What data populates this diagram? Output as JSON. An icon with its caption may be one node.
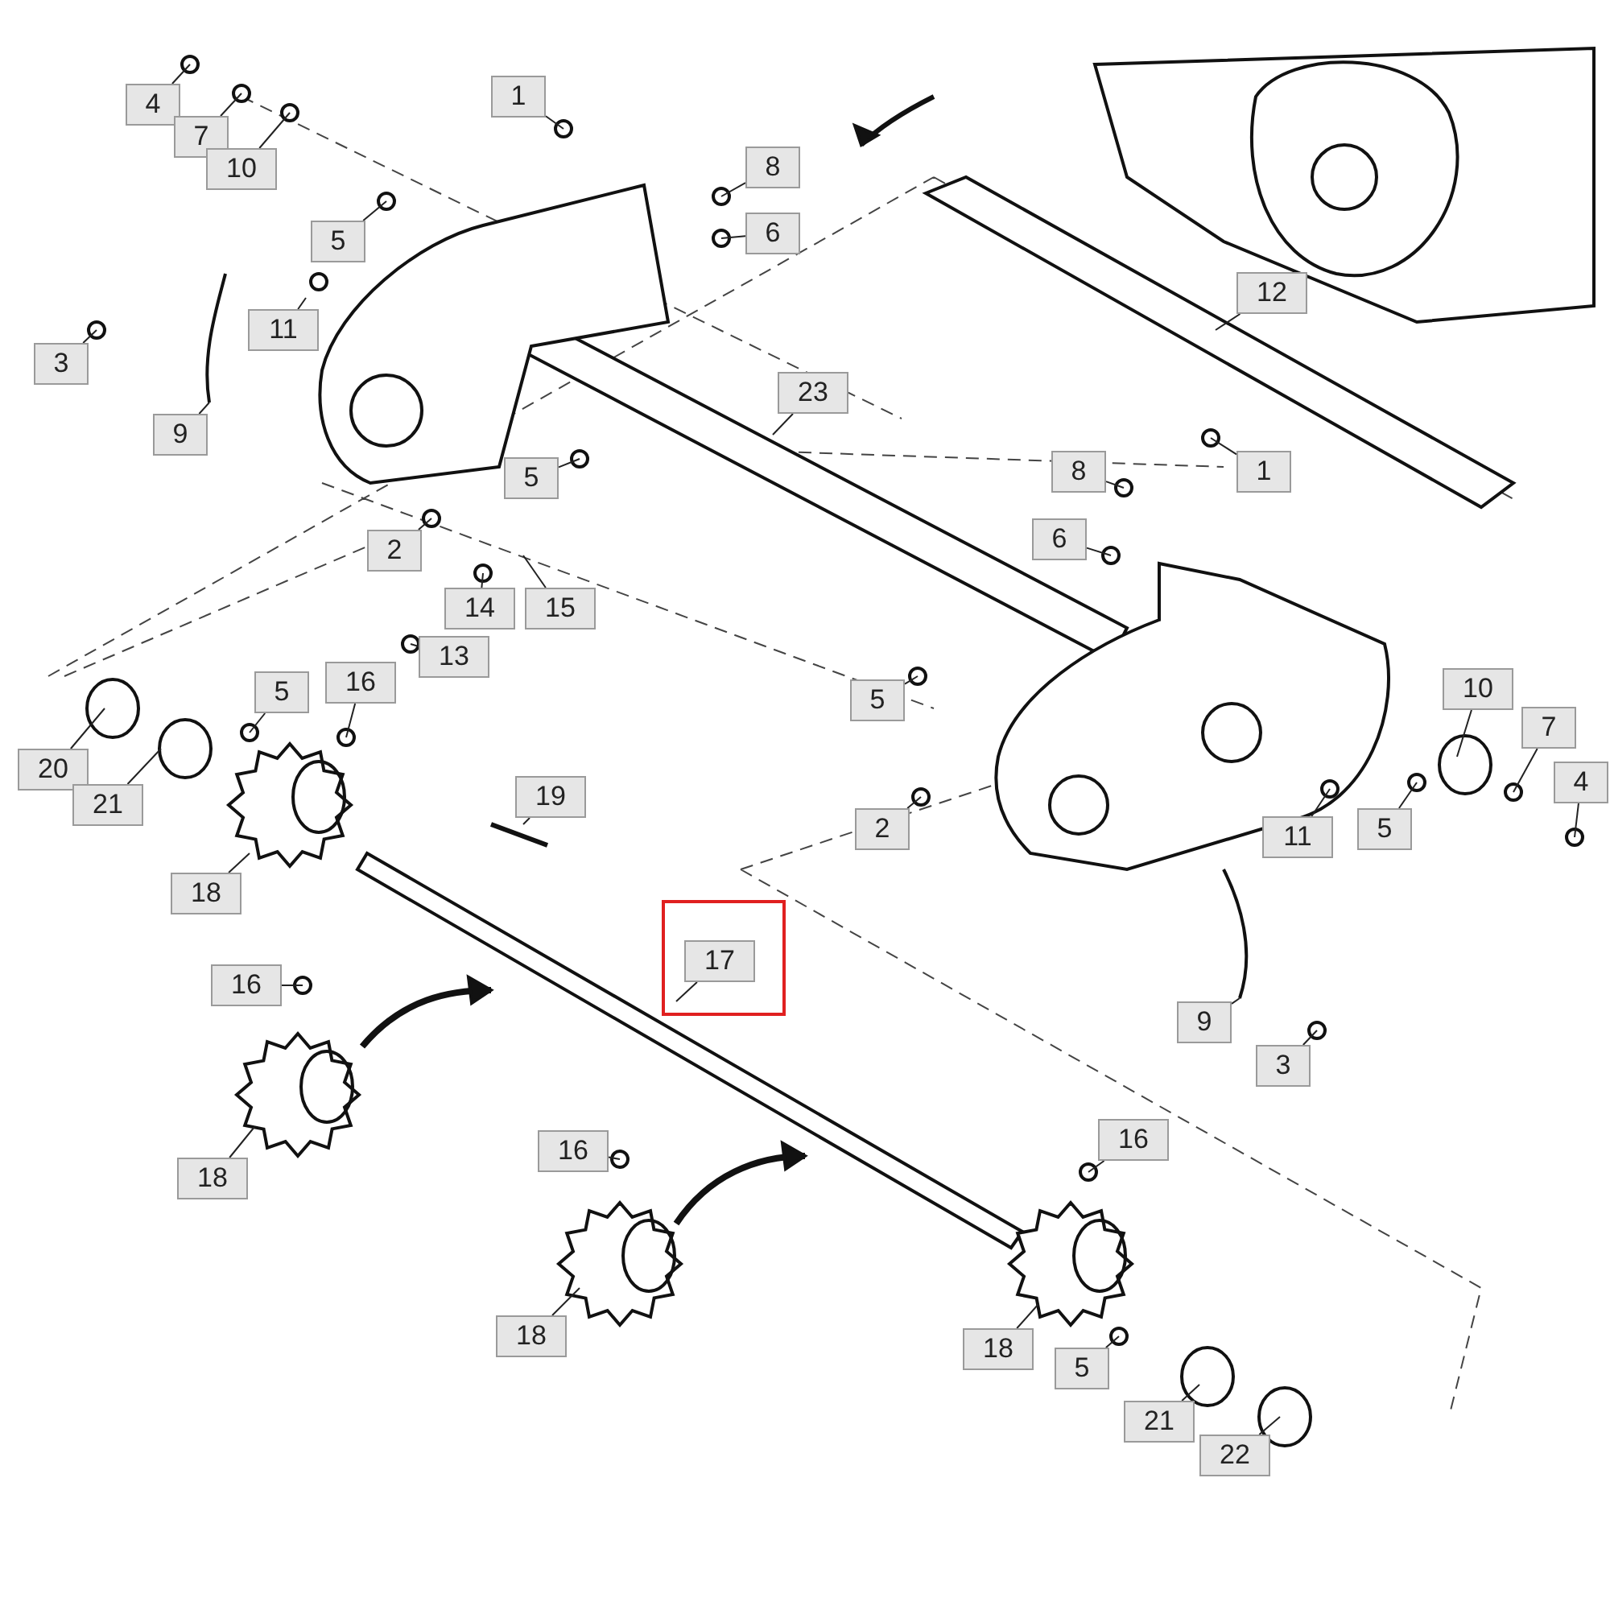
{
  "diagram": {
    "nodes": [
      {
        "text": [
          "4"
        ]
      },
      {
        "text": [
          "7"
        ]
      },
      {
        "text": [
          "10"
        ]
      },
      {
        "text": [
          "1"
        ]
      },
      {
        "text": [
          "8"
        ]
      },
      {
        "text": [
          "5"
        ]
      },
      {
        "text": [
          "6"
        ]
      },
      {
        "text": [
          "11"
        ]
      },
      {
        "text": [
          "12"
        ]
      },
      {
        "text": [
          "3"
        ]
      },
      {
        "text": [
          "23"
        ]
      },
      {
        "text": [
          "9"
        ]
      },
      {
        "text": [
          "8"
        ]
      },
      {
        "text": [
          "1"
        ]
      },
      {
        "text": [
          "5"
        ]
      },
      {
        "text": [
          "6"
        ]
      },
      {
        "text": [
          "2"
        ]
      },
      {
        "text": [
          "15"
        ]
      },
      {
        "text": [
          "14"
        ]
      },
      {
        "text": [
          "13"
        ]
      },
      {
        "text": [
          "5"
        ]
      },
      {
        "text": [
          "16"
        ]
      },
      {
        "text": [
          "5"
        ]
      },
      {
        "text": [
          "10"
        ]
      },
      {
        "text": [
          "7"
        ]
      },
      {
        "text": [
          "4"
        ]
      },
      {
        "text": [
          "20"
        ]
      },
      {
        "text": [
          "21"
        ]
      },
      {
        "text": [
          "19"
        ]
      },
      {
        "text": [
          "2"
        ]
      },
      {
        "text": [
          "11"
        ]
      },
      {
        "text": [
          "5"
        ]
      },
      {
        "text": [
          "18"
        ]
      },
      {
        "text": [
          "17"
        ]
      },
      {
        "text": [
          "16"
        ]
      },
      {
        "text": [
          "9"
        ]
      },
      {
        "text": [
          "3"
        ]
      },
      {
        "text": [
          "18"
        ]
      },
      {
        "text": [
          "16"
        ]
      },
      {
        "text": [
          "16"
        ]
      },
      {
        "text": [
          "18"
        ]
      },
      {
        "text": [
          "18"
        ]
      },
      {
        "text": [
          "5"
        ]
      },
      {
        "text": [
          "21"
        ]
      },
      {
        "text": [
          "22"
        ]
      }
    ],
    "edges": [
      {
        "from": 0,
        "to": null,
        "arrow": "none"
      },
      {
        "from": 1,
        "to": null,
        "arrow": "none"
      },
      {
        "from": 2,
        "to": null,
        "arrow": "none"
      },
      {
        "from": 3,
        "to": null,
        "arrow": "none"
      },
      {
        "from": 4,
        "to": null,
        "arrow": "none"
      },
      {
        "from": 5,
        "to": null,
        "arrow": "none"
      },
      {
        "from": 6,
        "to": null,
        "arrow": "none"
      },
      {
        "from": 7,
        "to": null,
        "arrow": "none"
      },
      {
        "from": 8,
        "to": null,
        "arrow": "none"
      },
      {
        "from": 9,
        "to": null,
        "arrow": "none"
      },
      {
        "from": 10,
        "to": null,
        "arrow": "none"
      },
      {
        "from": 11,
        "to": null,
        "arrow": "none"
      },
      {
        "from": 12,
        "to": null,
        "arrow": "none"
      },
      {
        "from": 13,
        "to": null,
        "arrow": "none"
      },
      {
        "from": 14,
        "to": null,
        "arrow": "none"
      },
      {
        "from": 15,
        "to": null,
        "arrow": "none"
      },
      {
        "from": 16,
        "to": null,
        "arrow": "none"
      },
      {
        "from": 17,
        "to": null,
        "arrow": "none"
      },
      {
        "from": 18,
        "to": null,
        "arrow": "none"
      },
      {
        "from": 19,
        "to": null,
        "arrow": "none"
      },
      {
        "from": 20,
        "to": null,
        "arrow": "none"
      },
      {
        "from": 21,
        "to": null,
        "arrow": "none"
      },
      {
        "from": 22,
        "to": null,
        "arrow": "none"
      },
      {
        "from": 23,
        "to": null,
        "arrow": "none"
      },
      {
        "from": 24,
        "to": null,
        "arrow": "none"
      },
      {
        "from": 25,
        "to": null,
        "arrow": "none"
      },
      {
        "from": 26,
        "to": null,
        "arrow": "none"
      },
      {
        "from": 27,
        "to": null,
        "arrow": "none"
      },
      {
        "from": 28,
        "to": null,
        "arrow": "none"
      },
      {
        "from": 29,
        "to": null,
        "arrow": "none"
      },
      {
        "from": 30,
        "to": null,
        "arrow": "none"
      },
      {
        "from": 31,
        "to": null,
        "arrow": "none"
      },
      {
        "from": 32,
        "to": null,
        "arrow": "none"
      },
      {
        "from": 33,
        "to": null,
        "arrow": "none"
      },
      {
        "from": 34,
        "to": null,
        "arrow": "none"
      },
      {
        "from": 35,
        "to": null,
        "arrow": "none"
      },
      {
        "from": 36,
        "to": null,
        "arrow": "none"
      },
      {
        "from": 37,
        "to": null,
        "arrow": "none"
      },
      {
        "from": 38,
        "to": null,
        "arrow": "none"
      },
      {
        "from": 39,
        "to": null,
        "arrow": "none"
      },
      {
        "from": 40,
        "to": null,
        "arrow": "none"
      },
      {
        "from": 41,
        "to": null,
        "arrow": "none"
      },
      {
        "from": 42,
        "to": null,
        "arrow": "none"
      },
      {
        "from": 43,
        "to": null,
        "arrow": "none"
      },
      {
        "from": 44,
        "to": null,
        "arrow": "none"
      }
    ]
  }
}
